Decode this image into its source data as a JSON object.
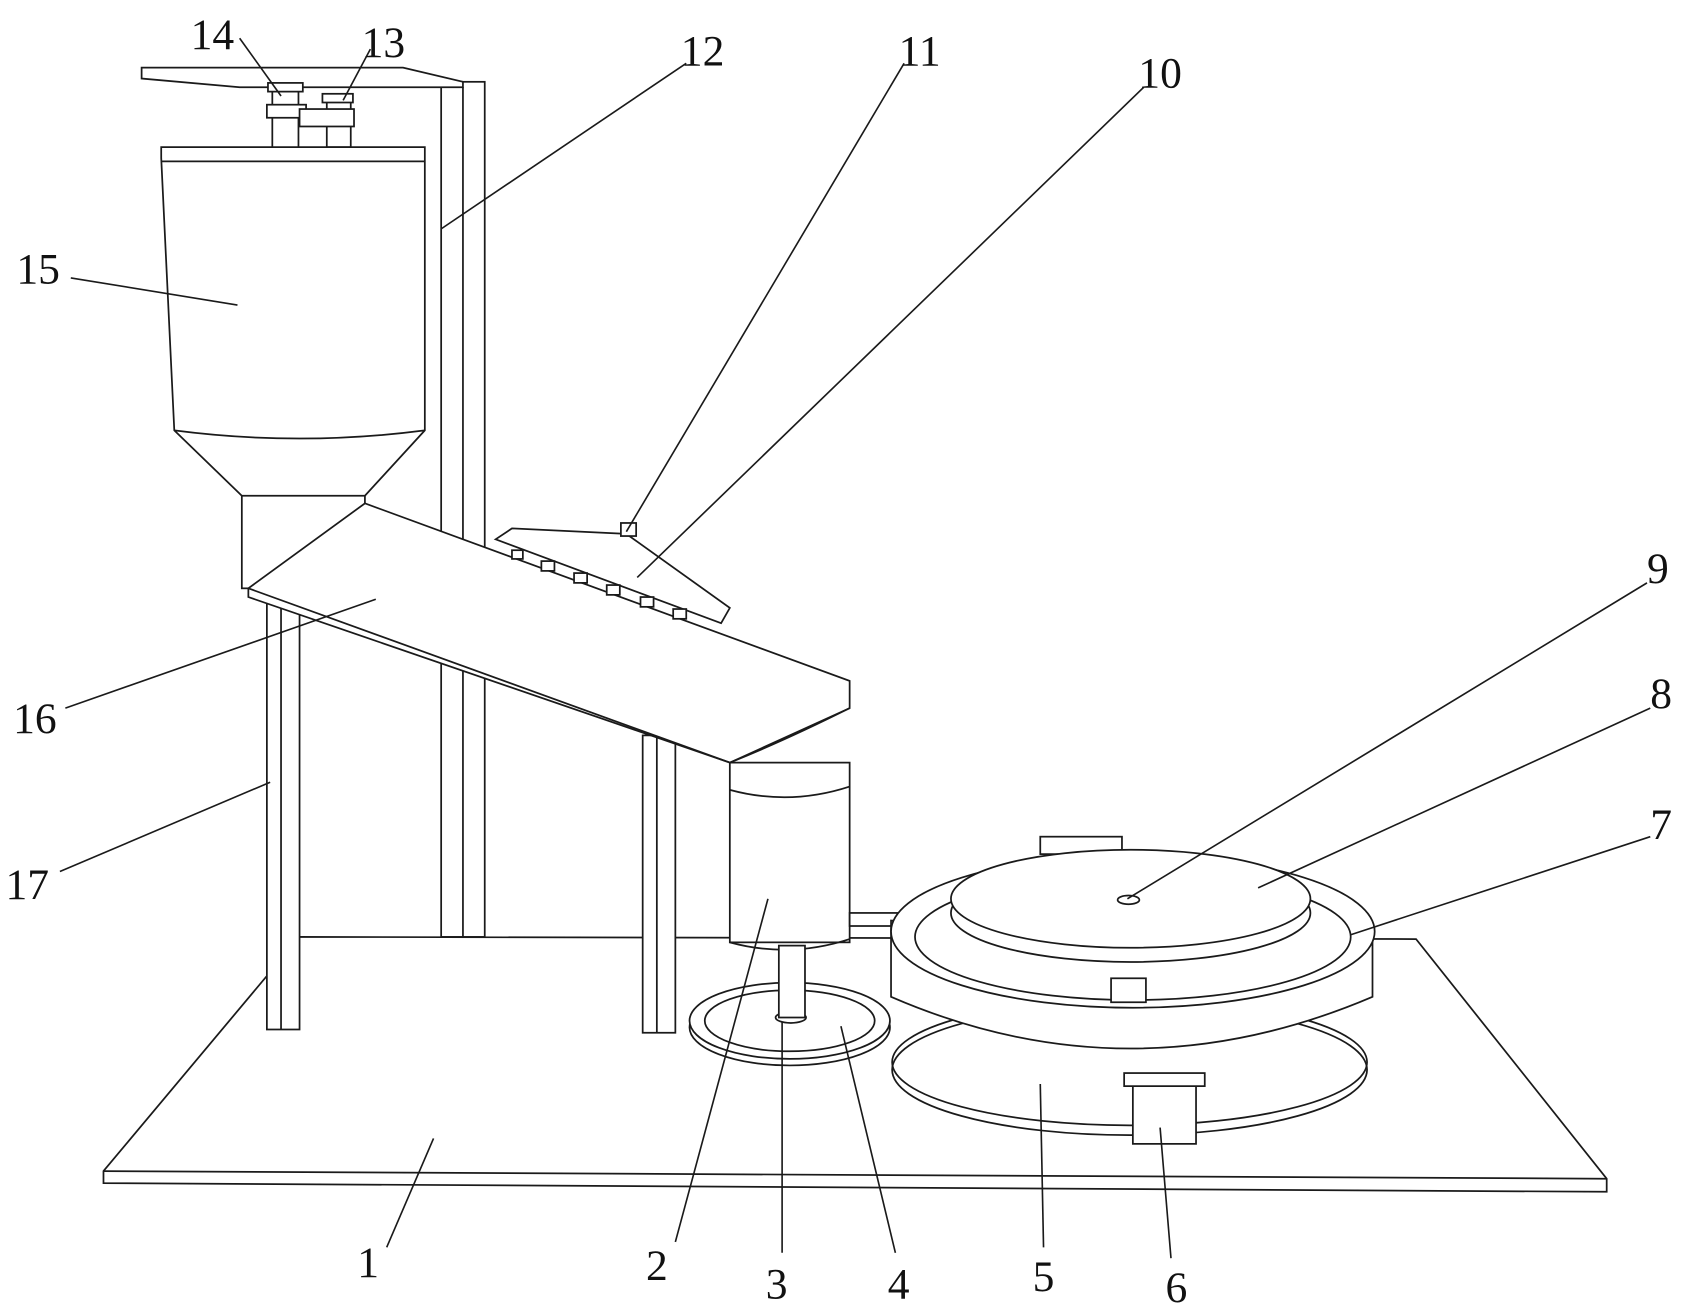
{
  "diagram": {
    "type": "patent-mechanical-drawing",
    "labels": [
      "1",
      "2",
      "3",
      "4",
      "5",
      "6",
      "7",
      "8",
      "9",
      "10",
      "11",
      "12",
      "13",
      "14",
      "15",
      "16",
      "17"
    ]
  },
  "colors": {
    "line": "#1a1a1a",
    "background": "#ffffff"
  }
}
